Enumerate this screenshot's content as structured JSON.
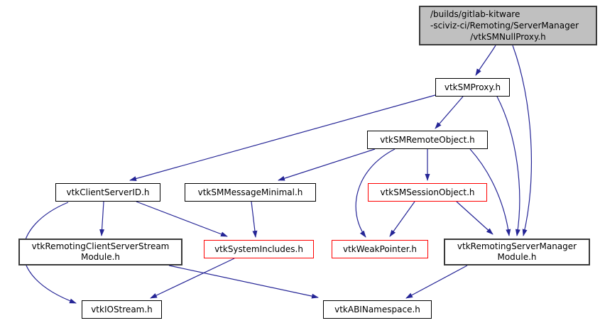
{
  "diagram": {
    "type": "include-dependency-graph",
    "colors": {
      "edge": "#252596",
      "root_fill": "#c0c0c0",
      "node_fill": "#ffffff",
      "normal_border": "#000000",
      "truncated_border": "#ff0000",
      "text": "#000000"
    },
    "nodes": [
      {
        "id": "vtkSMNullProxy",
        "lines": [
          "/builds/gitlab-kitware",
          "-sciviz-ci/Remoting/ServerManager",
          "/vtkSMNullProxy.h"
        ],
        "type": "root"
      },
      {
        "id": "vtkSMProxy",
        "label": "vtkSMProxy.h",
        "type": "normal"
      },
      {
        "id": "vtkSMRemoteObject",
        "label": "vtkSMRemoteObject.h",
        "type": "normal"
      },
      {
        "id": "vtkClientServerID",
        "label": "vtkClientServerID.h",
        "type": "normal"
      },
      {
        "id": "vtkSMMessageMinimal",
        "label": "vtkSMMessageMinimal.h",
        "type": "normal"
      },
      {
        "id": "vtkSMSessionObject",
        "label": "vtkSMSessionObject.h",
        "type": "truncated"
      },
      {
        "id": "vtkRemotingClientServerStreamModule",
        "lines": [
          "vtkRemotingClientServerStream",
          "Module.h"
        ],
        "type": "normal-thick"
      },
      {
        "id": "vtkSystemIncludes",
        "label": "vtkSystemIncludes.h",
        "type": "truncated"
      },
      {
        "id": "vtkWeakPointer",
        "label": "vtkWeakPointer.h",
        "type": "truncated"
      },
      {
        "id": "vtkRemotingServerManagerModule",
        "lines": [
          "vtkRemotingServerManager",
          "Module.h"
        ],
        "type": "normal-thick"
      },
      {
        "id": "vtkIOStream",
        "label": "vtkIOStream.h",
        "type": "normal"
      },
      {
        "id": "vtkABINamespace",
        "label": "vtkABINamespace.h",
        "type": "normal"
      }
    ],
    "edges": [
      {
        "from": "vtkSMNullProxy",
        "to": "vtkSMProxy"
      },
      {
        "from": "vtkSMNullProxy",
        "to": "vtkRemotingServerManagerModule"
      },
      {
        "from": "vtkSMProxy",
        "to": "vtkSMRemoteObject"
      },
      {
        "from": "vtkSMProxy",
        "to": "vtkClientServerID"
      },
      {
        "from": "vtkSMProxy",
        "to": "vtkRemotingServerManagerModule"
      },
      {
        "from": "vtkSMRemoteObject",
        "to": "vtkSMMessageMinimal"
      },
      {
        "from": "vtkSMRemoteObject",
        "to": "vtkSMSessionObject"
      },
      {
        "from": "vtkSMRemoteObject",
        "to": "vtkWeakPointer"
      },
      {
        "from": "vtkSMRemoteObject",
        "to": "vtkRemotingServerManagerModule"
      },
      {
        "from": "vtkSMSessionObject",
        "to": "vtkWeakPointer"
      },
      {
        "from": "vtkSMSessionObject",
        "to": "vtkRemotingServerManagerModule"
      },
      {
        "from": "vtkClientServerID",
        "to": "vtkRemotingClientServerStreamModule"
      },
      {
        "from": "vtkClientServerID",
        "to": "vtkSystemIncludes"
      },
      {
        "from": "vtkClientServerID",
        "to": "vtkIOStream"
      },
      {
        "from": "vtkSMMessageMinimal",
        "to": "vtkSystemIncludes"
      },
      {
        "from": "vtkSystemIncludes",
        "to": "vtkIOStream"
      },
      {
        "from": "vtkRemotingClientServerStreamModule",
        "to": "vtkABINamespace"
      },
      {
        "from": "vtkRemotingServerManagerModule",
        "to": "vtkABINamespace"
      }
    ]
  }
}
